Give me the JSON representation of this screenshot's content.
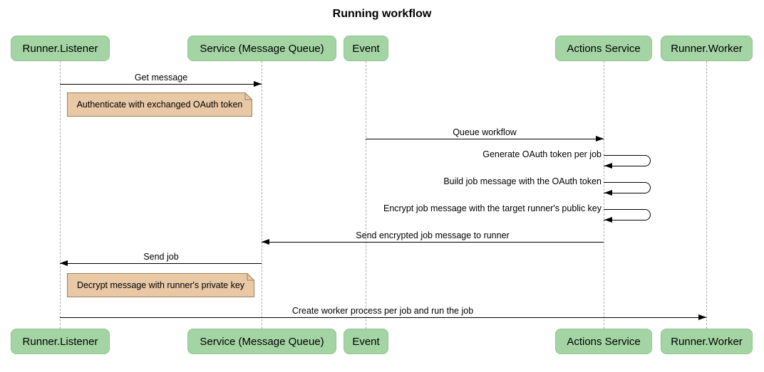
{
  "title": "Running workflow",
  "diagram_type": "sequence-diagram",
  "participants": [
    {
      "label": "Runner.Listener"
    },
    {
      "label": "Service (Message Queue)"
    },
    {
      "label": "Event"
    },
    {
      "label": "Actions Service"
    },
    {
      "label": "Runner.Worker"
    }
  ],
  "messages": [
    {
      "label": "Get message",
      "from": "Runner.Listener",
      "to": "Service (Message Queue)",
      "direction": "right"
    },
    {
      "label": "Queue workflow",
      "from": "Event",
      "to": "Actions Service",
      "direction": "right"
    },
    {
      "label": "Generate OAuth token per job",
      "from": "Actions Service",
      "to": "Actions Service",
      "direction": "self"
    },
    {
      "label": "Build job message with the OAuth token",
      "from": "Actions Service",
      "to": "Actions Service",
      "direction": "self"
    },
    {
      "label": "Encrypt job message with the target runner's public key",
      "from": "Actions Service",
      "to": "Actions Service",
      "direction": "self"
    },
    {
      "label": "Send encrypted job message to runner",
      "from": "Actions Service",
      "to": "Service (Message Queue)",
      "direction": "left"
    },
    {
      "label": "Send job",
      "from": "Service (Message Queue)",
      "to": "Runner.Listener",
      "direction": "left"
    },
    {
      "label": "Create worker process per job and run the job",
      "from": "Runner.Listener",
      "to": "Runner.Worker",
      "direction": "right"
    }
  ],
  "notes": [
    {
      "label": "Authenticate with exchanged OAuth token",
      "position": "right of Runner.Listener"
    },
    {
      "label": "Decrypt message with runner's private key",
      "position": "right of Runner.Listener"
    }
  ],
  "colors": {
    "actor_fill": "#a4d4a4",
    "actor_border": "#8fc58f",
    "note_fill": "#e9c8a5",
    "note_border": "#9d7f5e",
    "line": "#000000",
    "lifeline": "#adadad",
    "background": "#ffffff"
  }
}
